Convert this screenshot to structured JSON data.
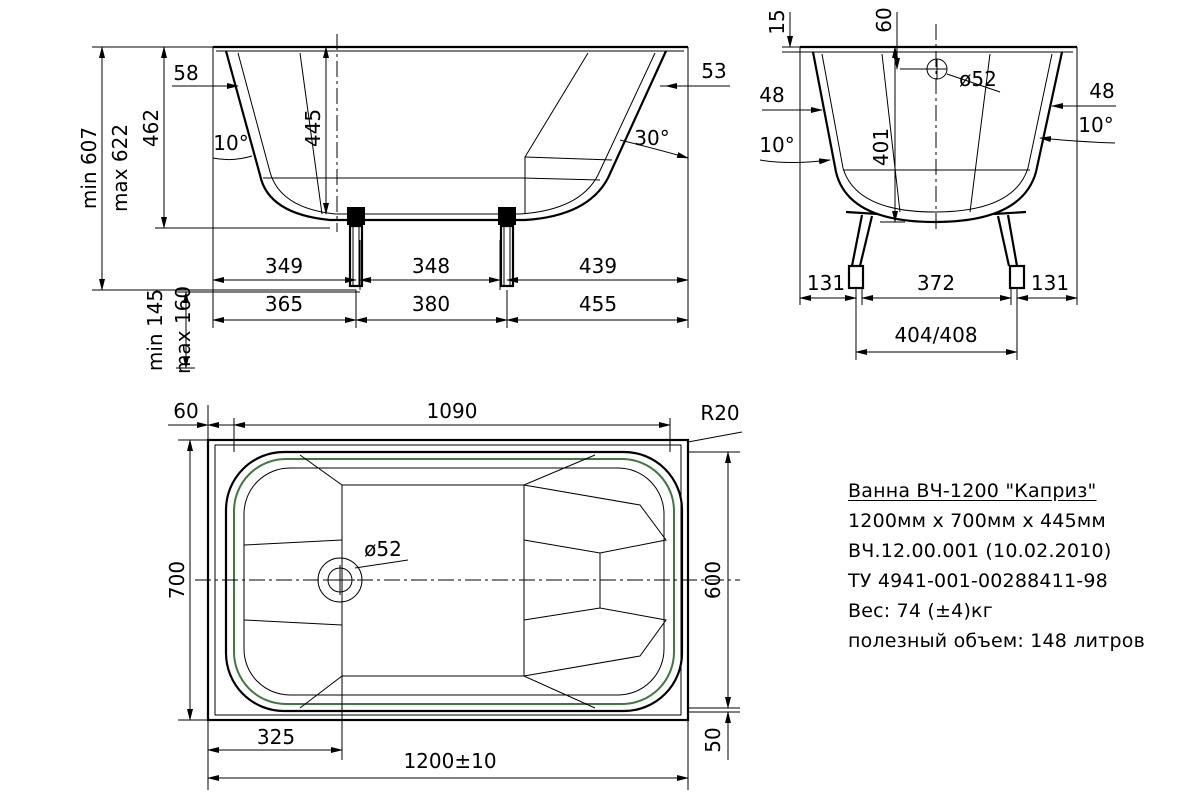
{
  "side_view": {
    "dims": {
      "h_max_total": "max 622",
      "h_min_total": "min 607",
      "h_body": "462",
      "depth": "445",
      "left_rim": "58",
      "right_rim": "53",
      "left_angle": "10°",
      "right_angle": "30°",
      "inner_left": "349",
      "inner_mid": "348",
      "inner_right": "439",
      "outer_left": "365",
      "outer_mid": "380",
      "outer_right": "455",
      "foot_min": "min 145",
      "foot_max": "max 160"
    }
  },
  "end_view": {
    "dims": {
      "top_15": "15",
      "top_60": "60",
      "drain": "ø52",
      "left_48": "48",
      "right_48": "48",
      "left_angle": "10°",
      "right_angle": "10°",
      "depth": "401",
      "left_131": "131",
      "center_372": "372",
      "right_131": "131",
      "feet_span": "404/408"
    }
  },
  "plan_view": {
    "dims": {
      "rim": "60",
      "inner_length": "1090",
      "radius": "R20",
      "width": "700",
      "inner_width": "600",
      "drain": "ø52",
      "drain_offset": "325",
      "length": "1200±10",
      "offset_50": "50"
    }
  },
  "spec": {
    "title": "Ванна ВЧ-1200 \"Каприз\"",
    "size": "1200мм х 700мм х 445мм",
    "code": "ВЧ.12.00.001 (10.02.2010)",
    "standard": "ТУ 4941-001-00288411-98",
    "weight": "Вес: 74 (±4)кг",
    "volume": "полезный объем: 148 литров"
  }
}
